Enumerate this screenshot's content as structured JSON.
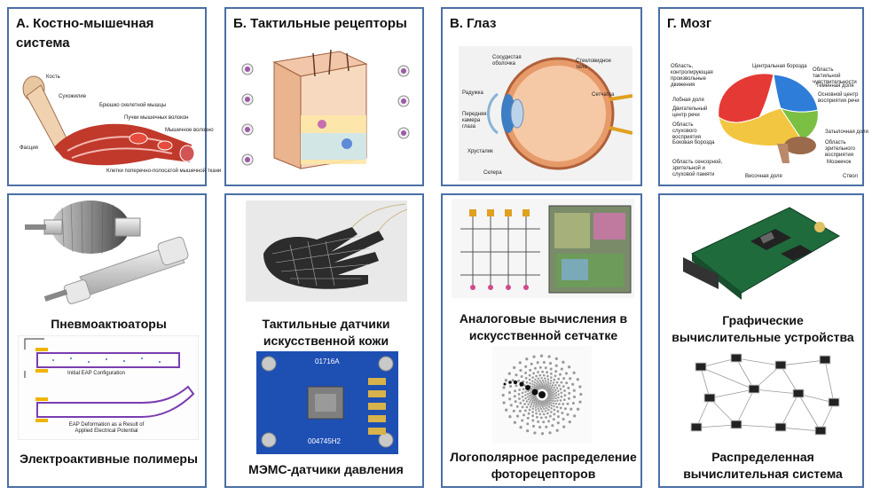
{
  "panels": {
    "a": {
      "title": "А. Костно-мышечная система",
      "labels": [
        "Кость",
        "Сухожилие",
        "Брюшко скелетной мышцы",
        "Пучки мышечных волокон",
        "Мышечное волокно",
        "Фасция",
        "Клетки поперечно-полосатой мышечной ткани"
      ]
    },
    "b": {
      "title": "Б. Тактильные  рецепторы"
    },
    "v": {
      "title": "В. Глаз",
      "labels": [
        "Сосудистая оболочка",
        "Стекловидное тело",
        "Радужка",
        "Сетчатка",
        "Передняя камера глаза",
        "Хрусталик",
        "Склера"
      ]
    },
    "g": {
      "title": "Г. Мозг",
      "labels": [
        "Область, контролирующая произвольные движения",
        "Центральная борозда",
        "Область тактильной чувствительности",
        "Теменная доля",
        "Лобная доля",
        "Двигательный центр речи",
        "Основной центр восприятия речи",
        "Область слухового восприятия",
        "Боковая борозда",
        "Затылочная доля",
        "Область зрительного восприятия",
        "Мозжечок",
        "Область сенсорной, зрительной и слуховой памяти",
        "Височная доля",
        "Ствол"
      ]
    }
  },
  "bottom": {
    "a": {
      "cap1": "Пневмоактюаторы",
      "cap2": "Электроактивные полимеры",
      "eap1": "Initial EAP Configuration",
      "eap2": "EAP Deformation as a Result of Applied Electrical Potential"
    },
    "b": {
      "cap1": "Тактильные  датчики искусственной кожи",
      "cap2": "МЭМС-датчики давления",
      "chip1": "01716A",
      "chip2": "004745H2"
    },
    "v": {
      "cap1": "Аналоговые вычисления в искусственной сетчатке",
      "cap2": "Логополярное распределение фоторецепторов"
    },
    "g": {
      "cap1": "Графические вычислительные устройства",
      "cap2": "Распределенная вычислительная система"
    }
  },
  "colors": {
    "border": "#4a6fa5",
    "muscle": "#c0392b",
    "brain_frontal": "#e53935",
    "brain_parietal": "#2e7dd8",
    "brain_temporal": "#f2c641",
    "brain_occipital": "#7cc043"
  }
}
